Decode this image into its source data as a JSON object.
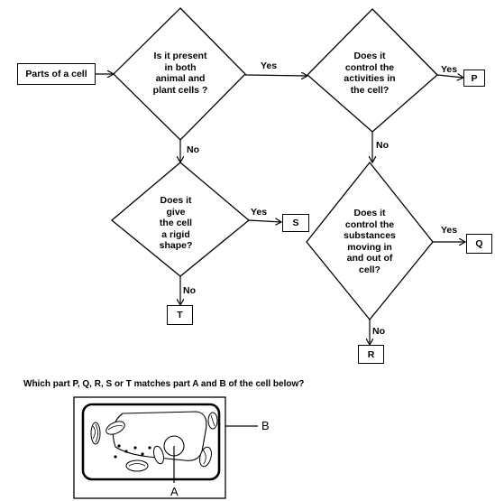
{
  "start": "Parts of a cell",
  "decisions": {
    "d1": "Is it present\nin both\nanimal and\nplant cells ?",
    "d2": "Does it\ncontrol the\nactivities in\nthe cell?",
    "d3": "Does it\ngive\nthe cell\na rigid\nshape?",
    "d4": "Does it\ncontrol the\nsubstances\nmoving in\nand out of\ncell?"
  },
  "edges": {
    "yes": "Yes",
    "no": "No"
  },
  "outcomes": {
    "p": "P",
    "q": "Q",
    "r": "R",
    "s": "S",
    "t": "T"
  },
  "question": "Which part P, Q, R, S or T matches part A and B of the cell below?",
  "cell_labels": {
    "a": "A",
    "b": "B"
  }
}
